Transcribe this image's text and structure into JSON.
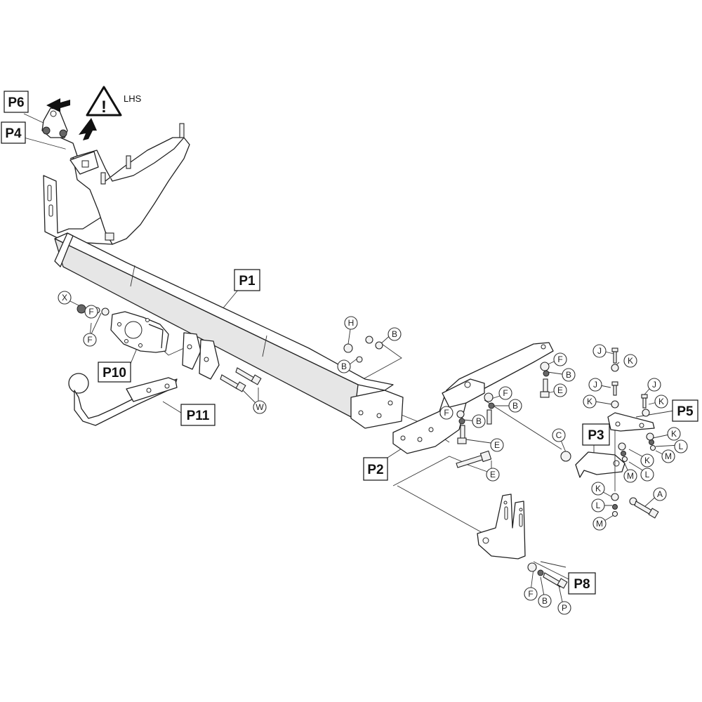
{
  "warning": {
    "side_text": "LHS",
    "symbol": "!"
  },
  "parts": [
    {
      "id": "p6",
      "label": "P6"
    },
    {
      "id": "p4",
      "label": "P4"
    },
    {
      "id": "p1",
      "label": "P1"
    },
    {
      "id": "p10",
      "label": "P10"
    },
    {
      "id": "p11",
      "label": "P11"
    },
    {
      "id": "p2",
      "label": "P2"
    },
    {
      "id": "p3",
      "label": "P3"
    },
    {
      "id": "p5",
      "label": "P5"
    },
    {
      "id": "p8",
      "label": "P8"
    }
  ],
  "callouts": [
    "X",
    "F",
    "F",
    "H",
    "B",
    "B",
    "W",
    "F",
    "B",
    "F",
    "B",
    "E",
    "F",
    "B",
    "E",
    "E",
    "C",
    "J",
    "K",
    "J",
    "K",
    "J",
    "K",
    "K",
    "L",
    "K",
    "M",
    "M",
    "L",
    "K",
    "L",
    "M",
    "A",
    "F",
    "B",
    "P"
  ],
  "colors": {
    "line": "#222222",
    "background": "#ffffff"
  }
}
